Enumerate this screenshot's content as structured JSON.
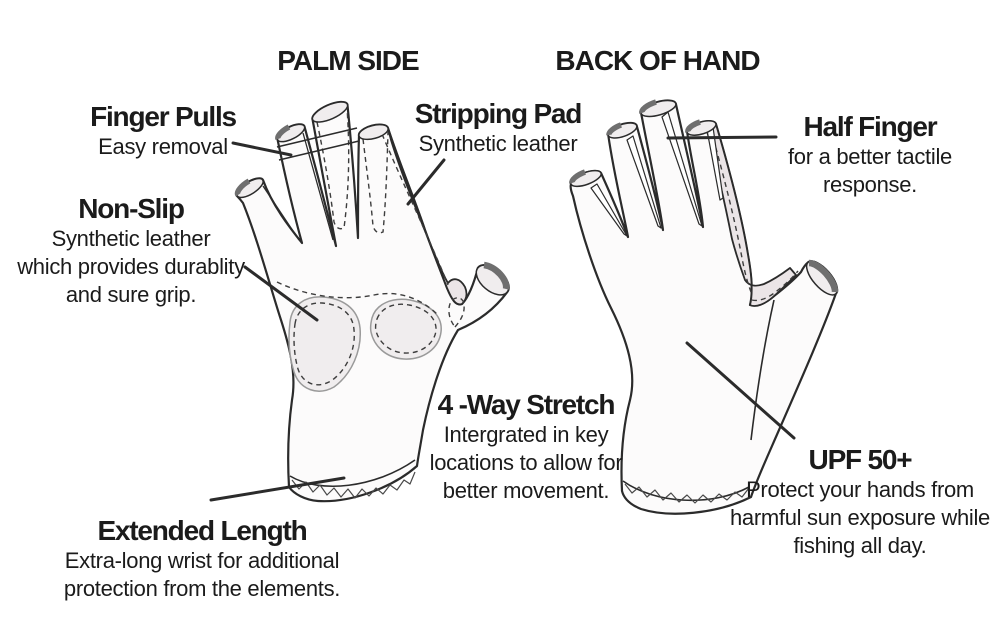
{
  "titles": {
    "palm": "PALM SIDE",
    "back": "BACK OF HAND"
  },
  "labels": {
    "finger_pulls": {
      "heading": "Finger Pulls",
      "lines": [
        "Easy removal"
      ]
    },
    "stripping_pad": {
      "heading": "Stripping Pad",
      "lines": [
        "Synthetic leather"
      ]
    },
    "non_slip": {
      "heading": "Non-Slip",
      "lines": [
        "Synthetic leather",
        "which provides durablity",
        "and sure grip."
      ]
    },
    "extended_length": {
      "heading": "Extended Length",
      "lines": [
        "Extra-long wrist for additional",
        "protection from the elements."
      ]
    },
    "four_way": {
      "heading": "4 -Way Stretch",
      "lines": [
        "Intergrated in key",
        "locations to allow for",
        "better movement."
      ]
    },
    "half_finger": {
      "heading": "Half Finger",
      "lines": [
        "for a better tactile",
        "response."
      ]
    },
    "upf": {
      "heading": "UPF 50+",
      "lines": [
        "Protect your hands from",
        "harmful sun exposure while",
        "fishing all day."
      ]
    }
  },
  "colors": {
    "line": "#2b2b2b",
    "glove": "#fcfbfb",
    "pad": "#f0edee",
    "strip": "#ebe5e7",
    "band": "#6f6f6f",
    "text": "#1b1b1b",
    "bg": "#ffffff"
  }
}
